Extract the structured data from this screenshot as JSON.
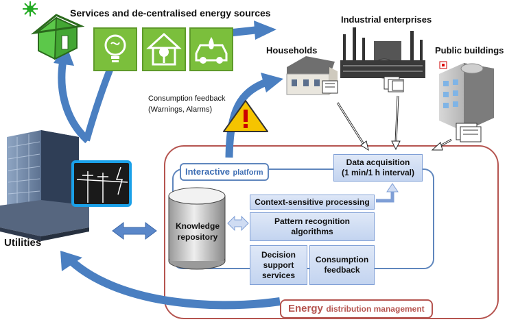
{
  "labels": {
    "services": "Services and de-centralised energy sources",
    "industrial": "Industrial enterprises",
    "households": "Households",
    "public_buildings": "Public buildings",
    "feedback_line1": "Consumption feedback",
    "feedback_line2": "(Warnings, Alarms)",
    "utilities": "Utilities"
  },
  "platform": {
    "title_bold": "Interactive",
    "title_rest": "platform",
    "knowledge_repository": "Knowledge repository",
    "data_acquisition_line1": "Data acquisition",
    "data_acquisition_line2": "(1 min/1 h interval)",
    "context_processing": "Context-sensitive processing",
    "pattern_recognition": "Pattern recognition algorithms",
    "decision_support": "Decision support services",
    "consumption_feedback": "Consumption feedback"
  },
  "edm": {
    "title_bold": "Energy",
    "title_rest": "distribution management"
  },
  "icons": [
    "green-house-icon",
    "bulb-icon",
    "eco-house-icon",
    "electric-car-icon",
    "warning-icon",
    "power-lines-icon"
  ],
  "colors": {
    "arrow_blue": "#4a7fc1",
    "tile_green": "#7bbf3c",
    "edm_border": "#b5544f",
    "platform_border": "#5f86bd",
    "box_fill": "#c9d8f2",
    "warning_yellow": "#f5c400"
  }
}
